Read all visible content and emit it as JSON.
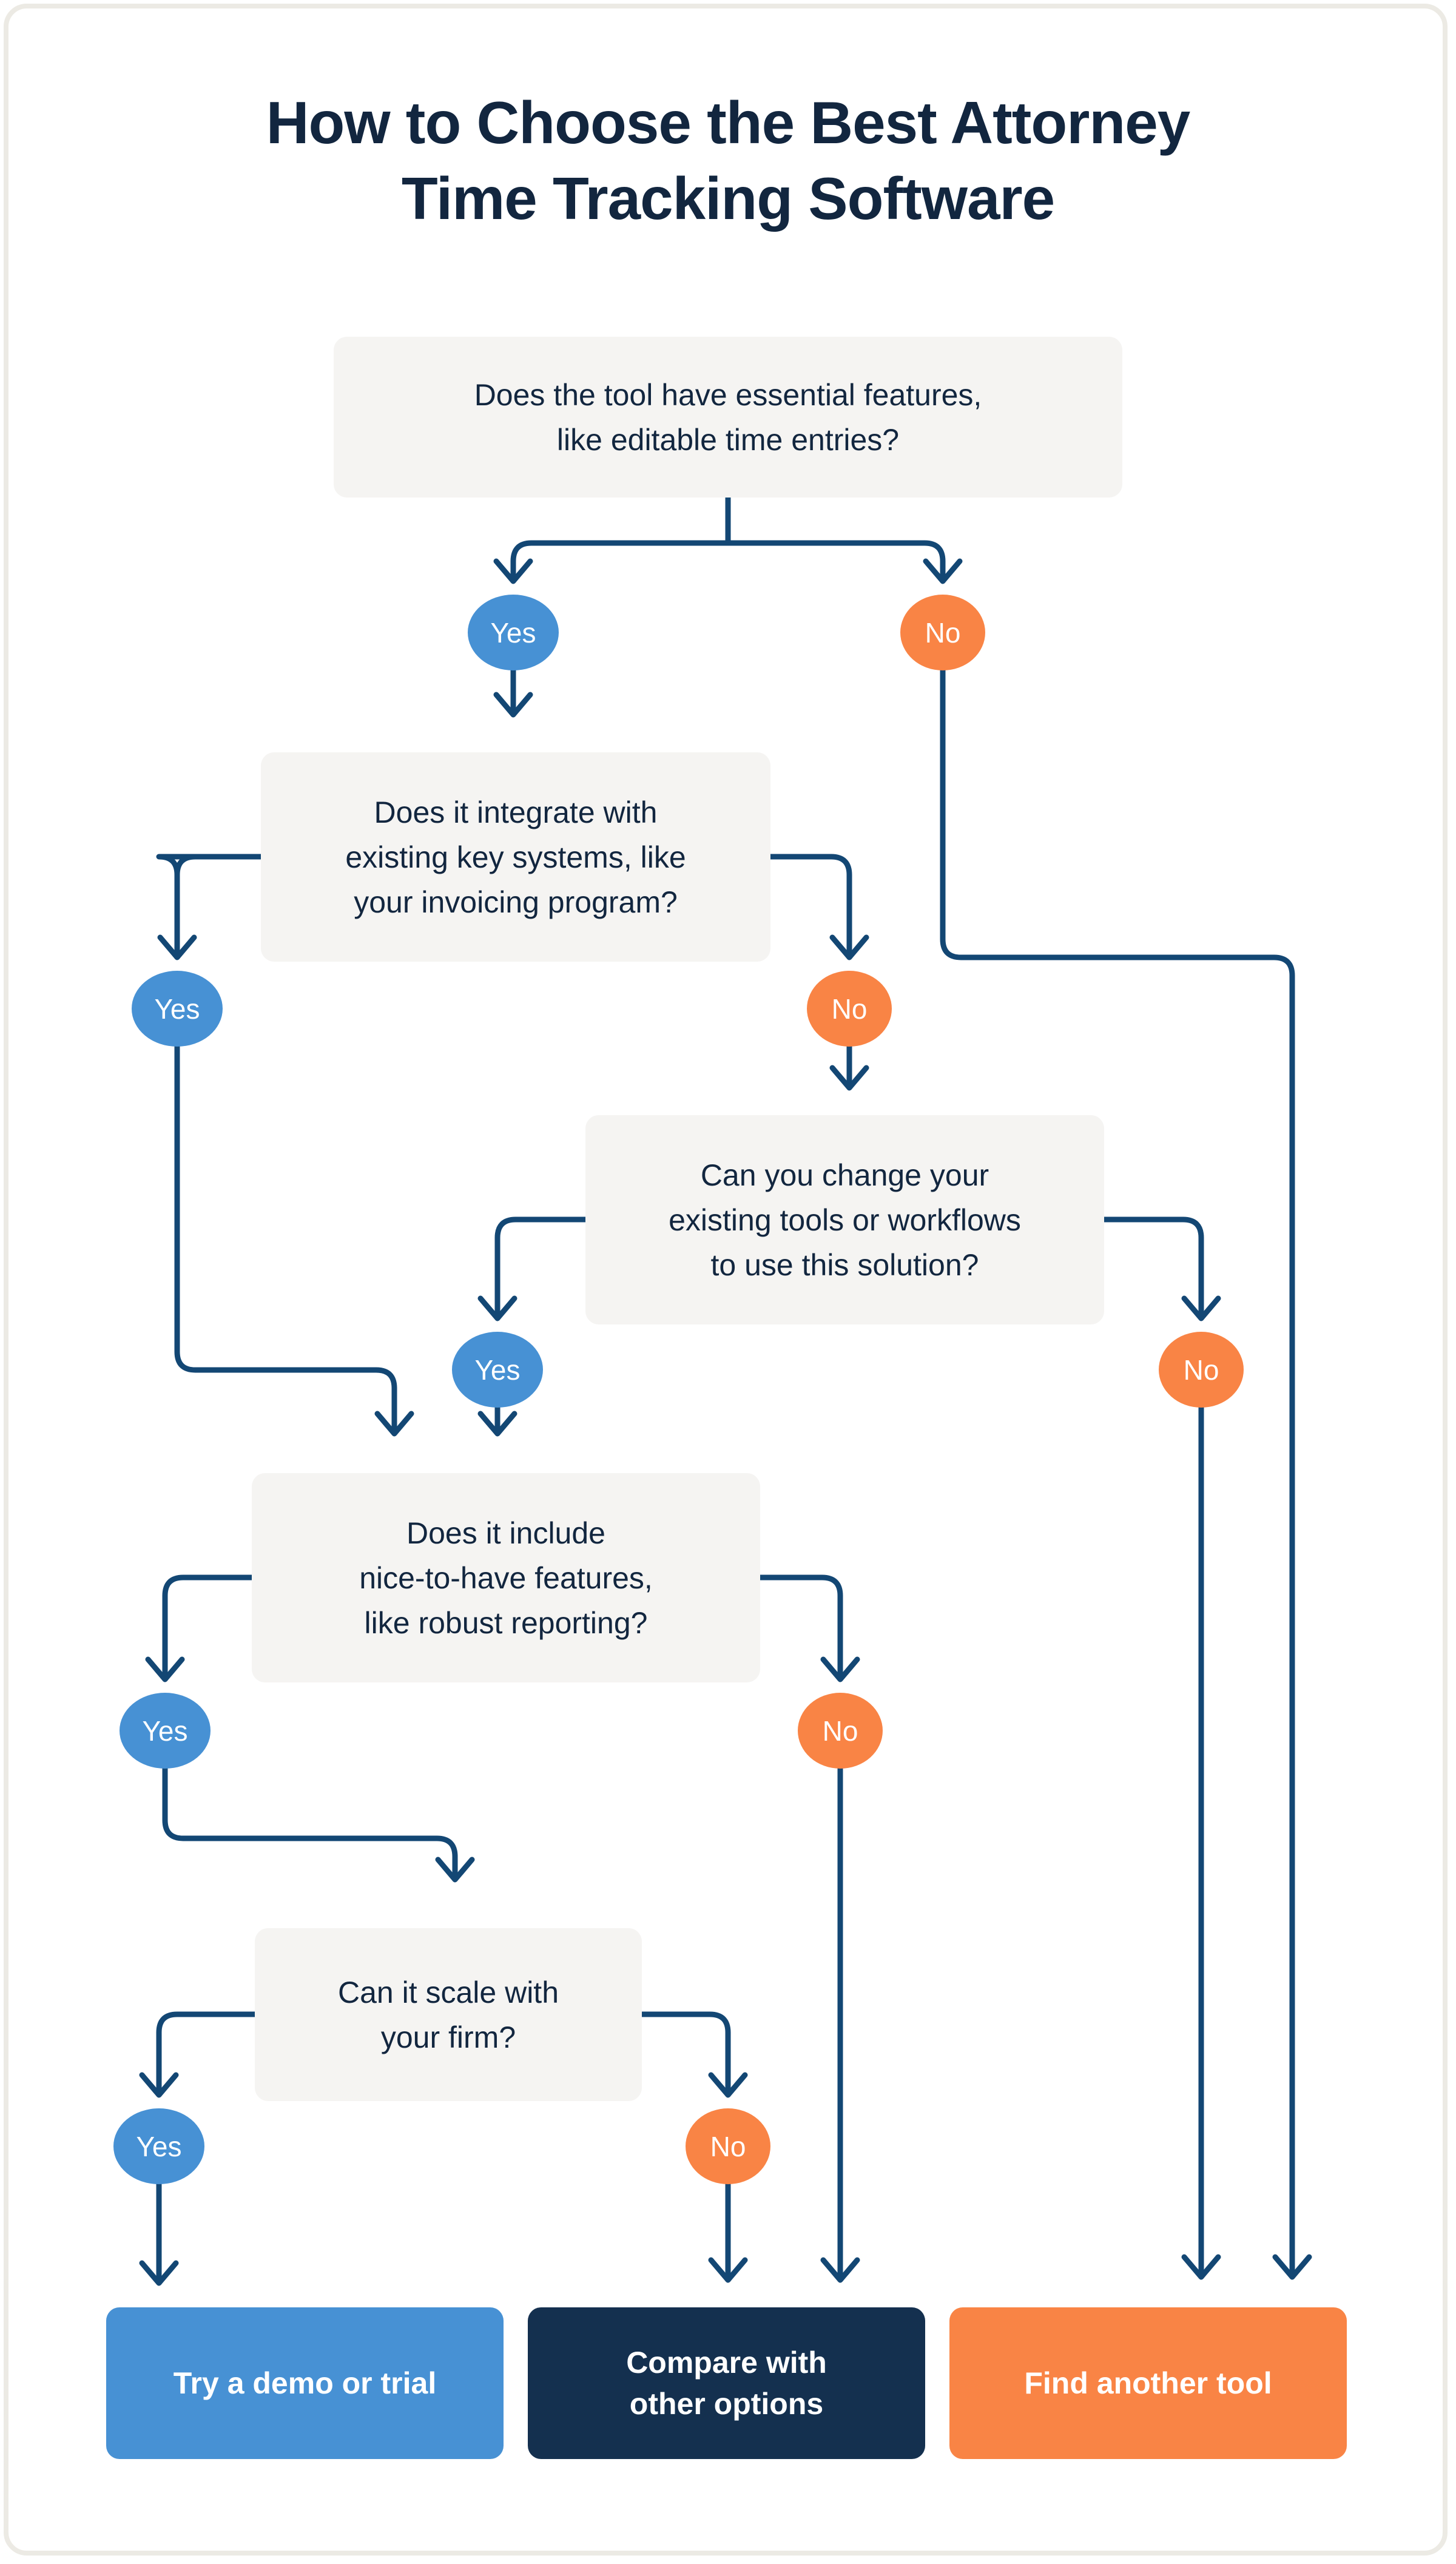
{
  "title": {
    "line1": "How to Choose the Best Attorney",
    "line2": "Time Tracking Software"
  },
  "colors": {
    "yes_badge": "#4791d4",
    "no_badge": "#f98445",
    "question_box": "#f5f4f2",
    "connector": "#134774",
    "text_dark": "#12263f",
    "outcome_blue": "#4791d4",
    "outcome_navy": "#14304f",
    "outcome_orange": "#f98445",
    "page_background": "#ffffff"
  },
  "chart_data": {
    "type": "flowchart",
    "title": "How to Choose the Best Attorney Time Tracking Software",
    "nodes": [
      {
        "id": "q1",
        "kind": "question",
        "text": "Does the tool have essential features, like editable time entries?"
      },
      {
        "id": "q2",
        "kind": "question",
        "text": "Does it integrate with existing key systems, like your invoicing program?"
      },
      {
        "id": "q3",
        "kind": "question",
        "text": "Can you change your existing tools or workflows to use this solution?"
      },
      {
        "id": "q4",
        "kind": "question",
        "text": "Does it include nice-to-have features, like robust reporting?"
      },
      {
        "id": "q5",
        "kind": "question",
        "text": "Can it scale with your firm?"
      },
      {
        "id": "o1",
        "kind": "outcome",
        "text": "Try a demo or trial"
      },
      {
        "id": "o2",
        "kind": "outcome",
        "text": "Compare with other options"
      },
      {
        "id": "o3",
        "kind": "outcome",
        "text": "Find another tool"
      }
    ],
    "edges": [
      {
        "from": "q1",
        "label": "Yes",
        "to": "q2"
      },
      {
        "from": "q1",
        "label": "No",
        "to": "o3"
      },
      {
        "from": "q2",
        "label": "Yes",
        "to": "q4"
      },
      {
        "from": "q2",
        "label": "No",
        "to": "q3"
      },
      {
        "from": "q3",
        "label": "Yes",
        "to": "q4"
      },
      {
        "from": "q3",
        "label": "No",
        "to": "o3"
      },
      {
        "from": "q4",
        "label": "Yes",
        "to": "q5"
      },
      {
        "from": "q4",
        "label": "No",
        "to": "o2"
      },
      {
        "from": "q5",
        "label": "Yes",
        "to": "o1"
      },
      {
        "from": "q5",
        "label": "No",
        "to": "o2"
      }
    ]
  },
  "questions": {
    "q1": {
      "line1": "Does the tool have essential features,",
      "line2": "like editable time entries?"
    },
    "q2": {
      "line1": "Does it integrate with",
      "line2": "existing key systems, like",
      "line3": "your invoicing program?"
    },
    "q3": {
      "line1": "Can you change your",
      "line2": "existing tools or workflows",
      "line3": "to use this solution?"
    },
    "q4": {
      "line1": "Does it include",
      "line2": "nice-to-have features,",
      "line3": "like robust reporting?"
    },
    "q5": {
      "line1": "Can it scale with",
      "line2": "your firm?"
    }
  },
  "badges": {
    "q1_yes": "Yes",
    "q1_no": "No",
    "q2_yes": "Yes",
    "q2_no": "No",
    "q3_yes": "Yes",
    "q3_no": "No",
    "q4_yes": "Yes",
    "q4_no": "No",
    "q5_yes": "Yes",
    "q5_no": "No"
  },
  "outcomes": {
    "demo": {
      "line1": "Try a demo or trial"
    },
    "compare": {
      "line1": "Compare with",
      "line2": "other options"
    },
    "another": {
      "line1": "Find another tool"
    }
  }
}
